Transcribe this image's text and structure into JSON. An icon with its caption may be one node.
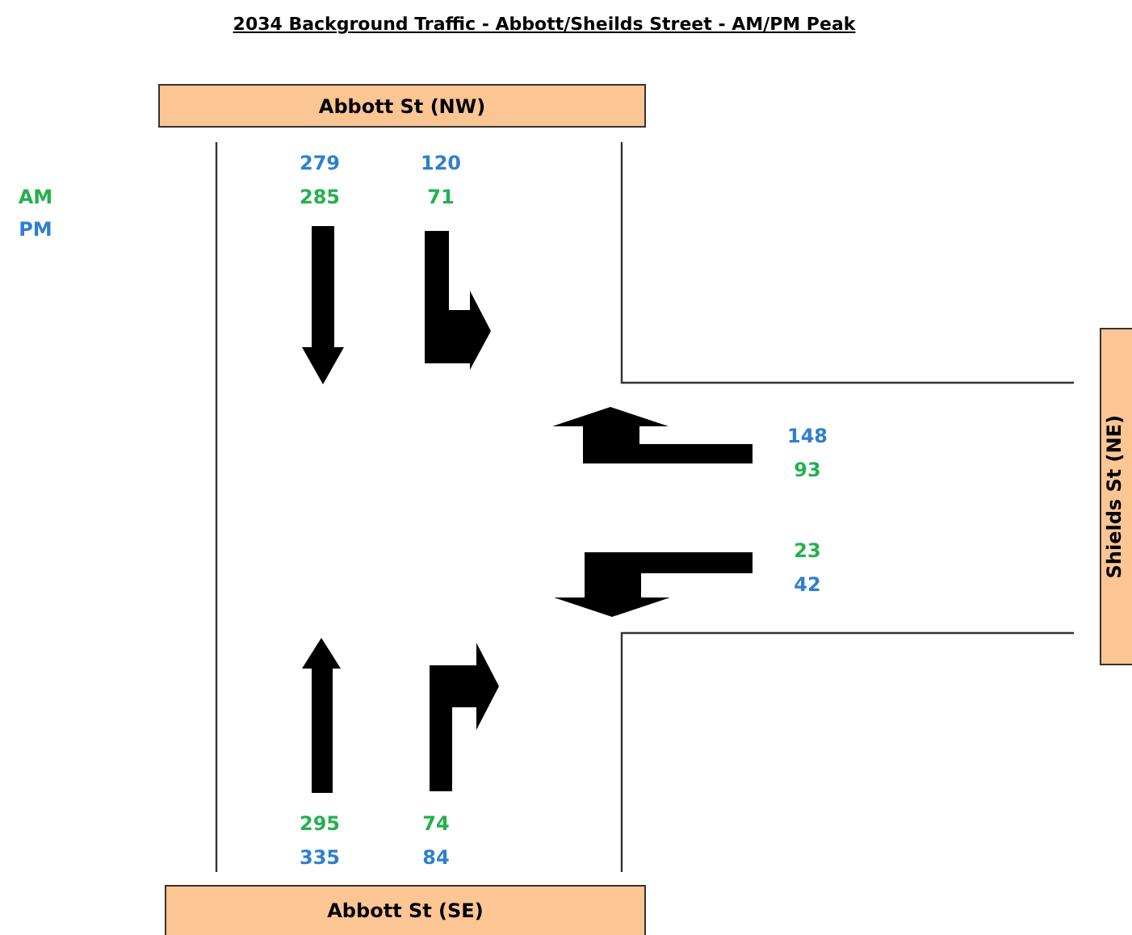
{
  "diagram": {
    "title": "2034 Background Traffic - Abbott/Sheilds Street - AM/PM Peak",
    "nodes": [
      {
        "text": [
          "Abbott St (NW)"
        ]
      },
      {
        "text": [
          "Shields St (NE)"
        ]
      },
      {
        "text": [
          "Abbott St (SE)"
        ]
      }
    ],
    "labels": [
      "279",
      "120",
      "285",
      "71",
      "148",
      "93",
      "23",
      "42",
      "295",
      "74",
      "335",
      "84"
    ],
    "legend": [
      {
        "text": "AM",
        "color": "#22b14c"
      },
      {
        "text": "PM",
        "color": "#2e7fd0"
      }
    ]
  }
}
